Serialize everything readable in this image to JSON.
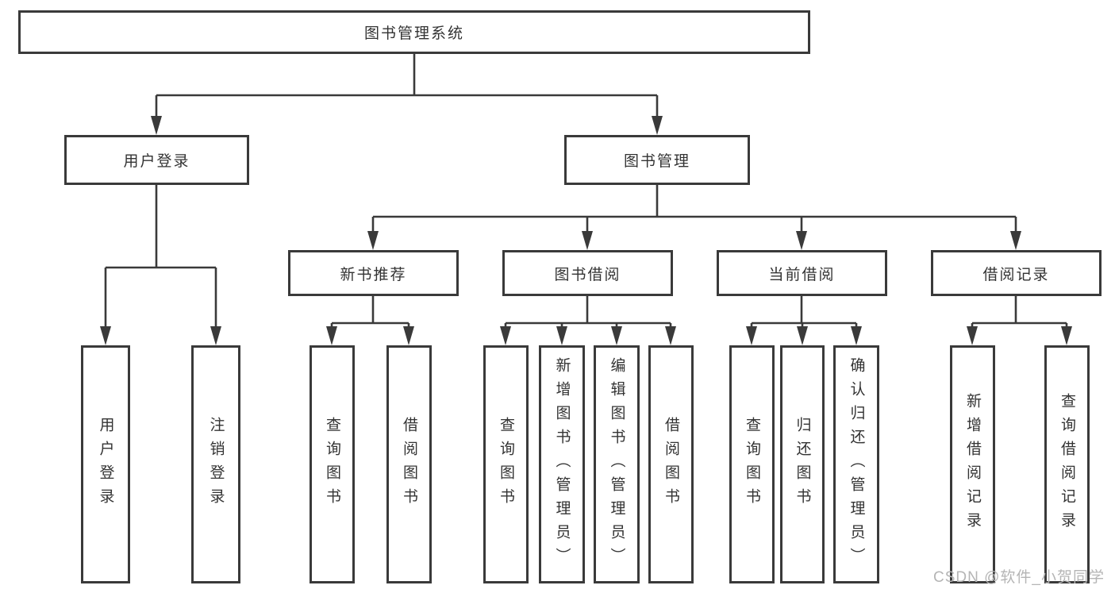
{
  "tree": {
    "root": {
      "label": "图书管理系统"
    },
    "branches": [
      {
        "label": "用户登录",
        "children": [
          {
            "label": "用户登录"
          },
          {
            "label": "注销登录"
          }
        ]
      },
      {
        "label": "图书管理",
        "children": [
          {
            "label": "新书推荐",
            "children": [
              {
                "label": "查询图书"
              },
              {
                "label": "借阅图书"
              }
            ]
          },
          {
            "label": "图书借阅",
            "children": [
              {
                "label": "查询图书"
              },
              {
                "label": "新增图书（管理员）"
              },
              {
                "label": "编辑图书（管理员）"
              },
              {
                "label": "借阅图书"
              }
            ]
          },
          {
            "label": "当前借阅",
            "children": [
              {
                "label": "查询图书"
              },
              {
                "label": "归还图书"
              },
              {
                "label": "确认归还（管理员）"
              }
            ]
          },
          {
            "label": "借阅记录",
            "children": [
              {
                "label": "新增借阅记录"
              },
              {
                "label": "查询借阅记录"
              }
            ]
          }
        ]
      }
    ]
  },
  "watermark": "CSDN @软件_小贺同学",
  "colors": {
    "line": "#3a3a3a",
    "text": "#333333",
    "box_fill": "#ffffff",
    "watermark": "#b5b5b5",
    "background": "#ffffff"
  }
}
